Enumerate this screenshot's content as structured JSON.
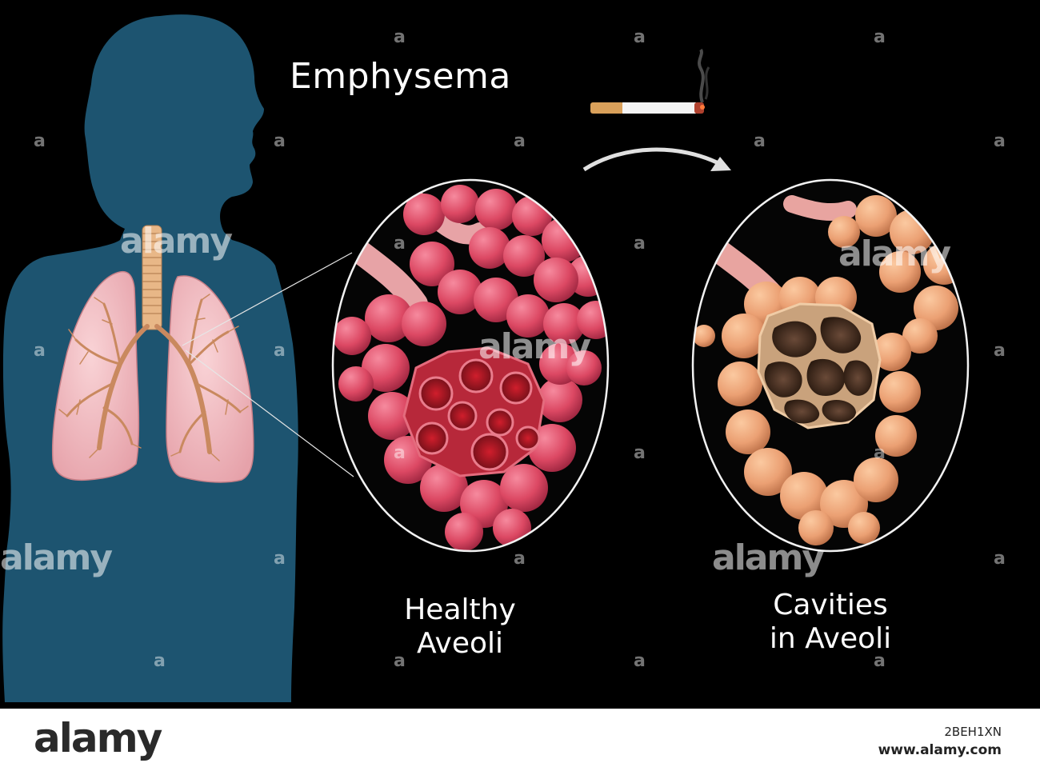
{
  "title": "Emphysema",
  "labels": {
    "healthy": [
      "Healthy",
      "Aveoli"
    ],
    "cavities": [
      "Cavities",
      "in Aveoli"
    ]
  },
  "watermark": {
    "word": "alamy",
    "mark": "a"
  },
  "footer": {
    "logo": "alamy",
    "image_id": "2BEH1XN",
    "url": "www.alamy.com"
  },
  "colors": {
    "background": "#000000",
    "silhouette": "#1d5470",
    "healthy_alveoli": "#d8465e",
    "damaged_alveoli": "#e9a277",
    "lung": "#f0b9bf",
    "text": "#ffffff"
  },
  "icons": [
    "cigarette-icon",
    "arrow-icon"
  ]
}
